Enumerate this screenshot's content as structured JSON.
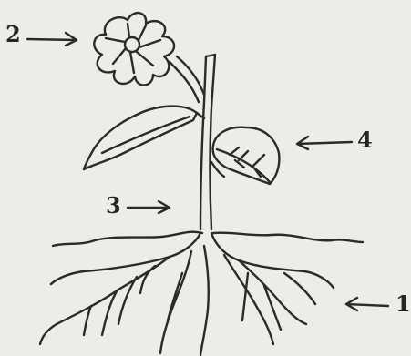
{
  "diagram": {
    "labels": [
      {
        "id": "label-1",
        "text": "1"
      },
      {
        "id": "label-2",
        "text": "2"
      },
      {
        "id": "label-3",
        "text": "3"
      },
      {
        "id": "label-4",
        "text": "4"
      }
    ]
  },
  "colors": {
    "ink": "#2a2a2a",
    "paper": "#f1f0ec"
  }
}
